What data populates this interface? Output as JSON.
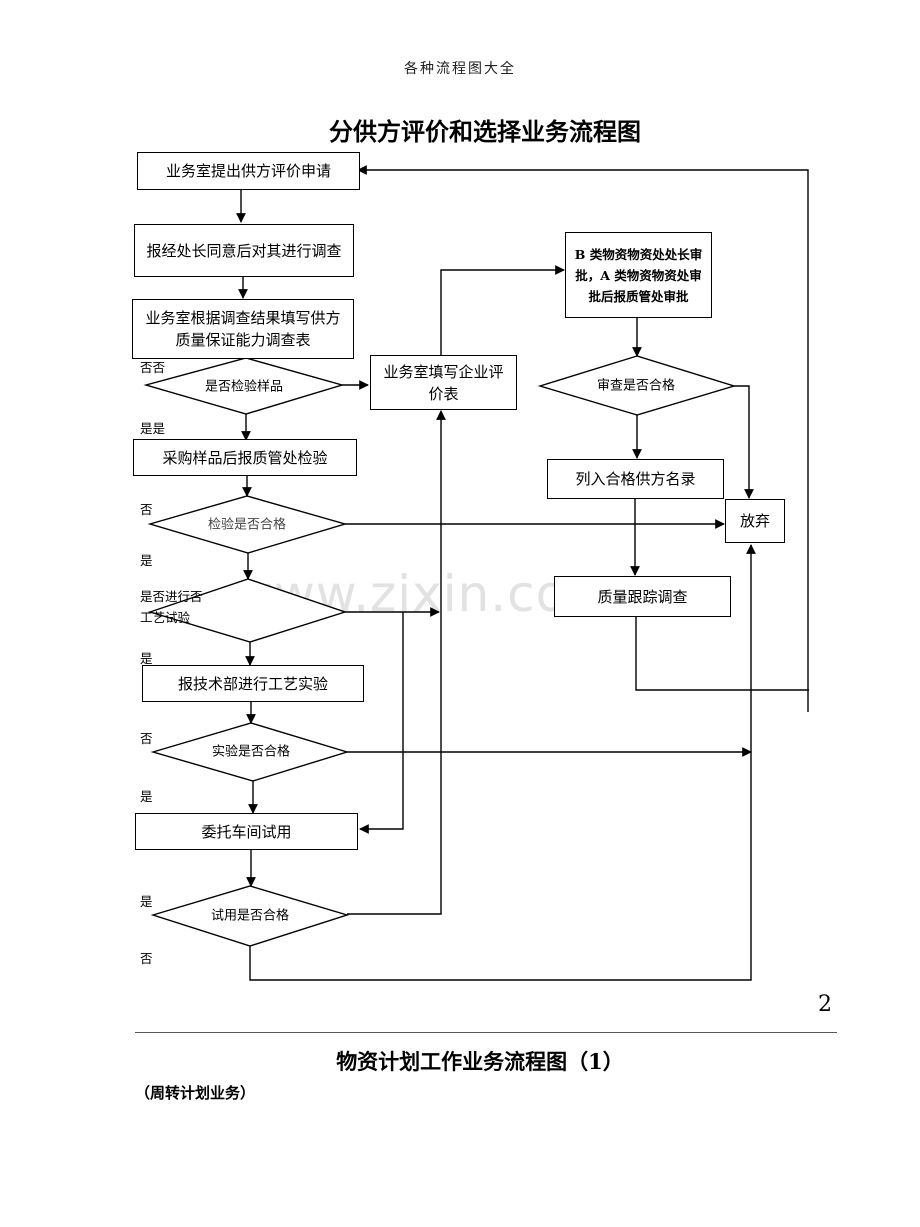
{
  "page": {
    "header": "各种流程图大全",
    "watermark": "www.zixin.com.cn",
    "page_number": "2"
  },
  "flowchart": {
    "title": "分供方评价和选择业务流程图",
    "processes": {
      "apply": "业务室提出供方评价申请",
      "approve_survey": "报经处长同意后对其进行调查",
      "fill_survey": "业务室根据调查结果填写供方质量保证能力调查表",
      "buy_sample": "采购样品后报质管处检验",
      "tech_trial": "报技术部进行工艺实验",
      "workshop_trial": "委托车间试用",
      "fill_eval": "业务室填写企业评价表",
      "approval": "B 类物资物资处处长审批，A 类物资物资处审批后报质管处审批",
      "list_qualified": "列入合格供方名录",
      "abandon": "放弃",
      "quality_track": "质量跟踪调查"
    },
    "decisions": {
      "check_sample": "是否检验样品",
      "inspection_ok": "检验是否合格",
      "do_process_trial": "是否进行工艺试验",
      "trial_ok": "实验是否合格",
      "use_ok": "试用是否合格",
      "review_ok": "审查是否合格"
    },
    "branch_labels": {
      "no_double": "否否",
      "yes_double": "是是",
      "no": "否",
      "yes": "是",
      "process_trial_side": "是否进行否",
      "process_trial_side2": "工艺试验"
    }
  },
  "next_section": {
    "title": "物资计划工作业务流程图（1）",
    "subtitle": "（周转计划业务）"
  }
}
